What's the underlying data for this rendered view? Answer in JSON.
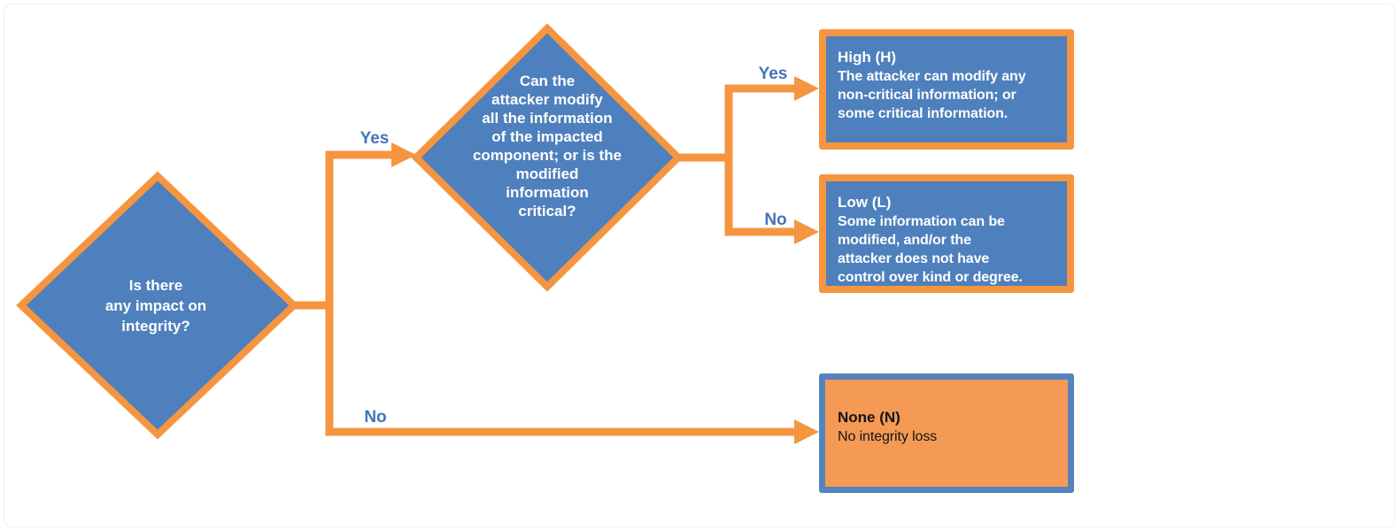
{
  "diagram": {
    "title_semantic": "Integrity impact decision flowchart",
    "colors": {
      "node_fill": "#4E80BD",
      "node_border": "#F5953F",
      "connector": "#F5953F",
      "node_text": "#FFFFFF",
      "label_color": "#4573B9",
      "outcome_none_fill": "#F49A54",
      "outcome_none_border": "#5583BE",
      "none_text": "#141414",
      "background": "#FFFFFF"
    },
    "nodes": {
      "decision_integrity": {
        "text": "Is there\nany impact on\nintegrity?"
      },
      "decision_modify": {
        "text": "Can the\nattacker modify\nall the information\nof the impacted\ncomponent; or is the\nmodified\ninformation\ncritical?"
      },
      "outcome_high": {
        "title": "High (H)",
        "body": "The attacker can modify any\nnon-critical information; or\nsome critical information."
      },
      "outcome_low": {
        "title": "Low (L)",
        "body": "Some information can be\nmodified, and/or the\nattacker does not have\ncontrol over kind or degree."
      },
      "outcome_none": {
        "title": "None (N)",
        "body": "No integrity loss"
      }
    },
    "edges": {
      "yes_1": "Yes",
      "no_1": "No",
      "yes_2": "Yes",
      "no_2": "No"
    }
  }
}
